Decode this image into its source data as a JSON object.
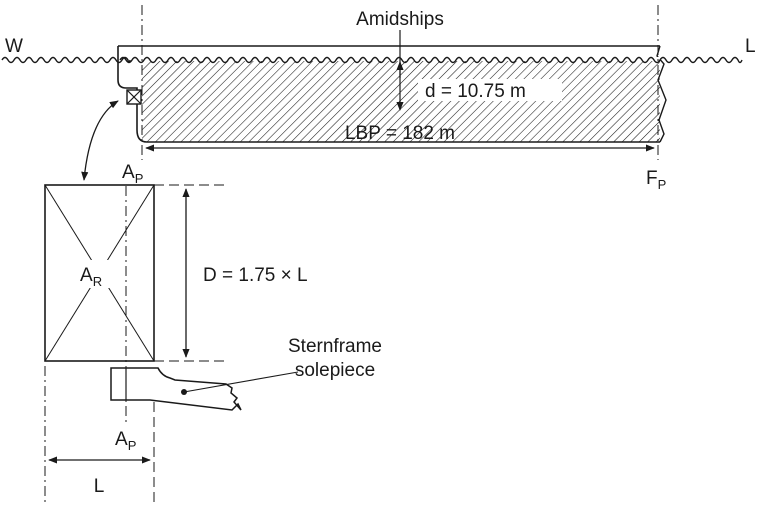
{
  "waterline": {
    "left_label": "W",
    "right_label": "L"
  },
  "amidships_label": "Amidships",
  "draught_label": "d = 10.75 m",
  "lbp_label": "LBP = 182 m",
  "aft_perpendicular": {
    "letter": "A",
    "subscript": "P"
  },
  "forward_perpendicular": {
    "letter": "F",
    "subscript": "P"
  },
  "rudder_area": {
    "letter": "A",
    "subscript": "R"
  },
  "rudder_depth_label": "D = 1.75 × L",
  "sternframe_label": {
    "line1": "Sternframe",
    "line2": "solepiece"
  },
  "rudder_width_label": "L",
  "colors": {
    "ink": "#1a1a1a",
    "background": "#ffffff"
  }
}
